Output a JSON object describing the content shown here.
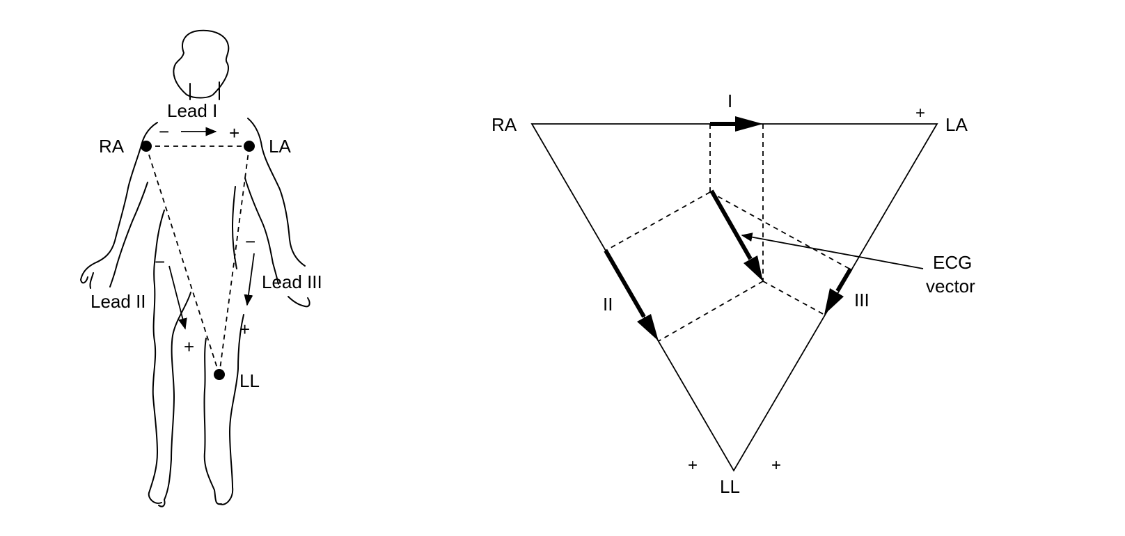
{
  "body_figure": {
    "lead_i": "Lead I",
    "lead_ii": "Lead II",
    "lead_iii": "Lead III",
    "ra": "RA",
    "la": "LA",
    "ll": "LL",
    "minus": "−",
    "plus": "+"
  },
  "triangle": {
    "ra": "RA",
    "la": "LA",
    "ll": "LL",
    "lead_i": "I",
    "lead_ii": "II",
    "lead_iii": "III",
    "plus": "+",
    "ecg_vector_line1": "ECG",
    "ecg_vector_line2": "vector"
  }
}
